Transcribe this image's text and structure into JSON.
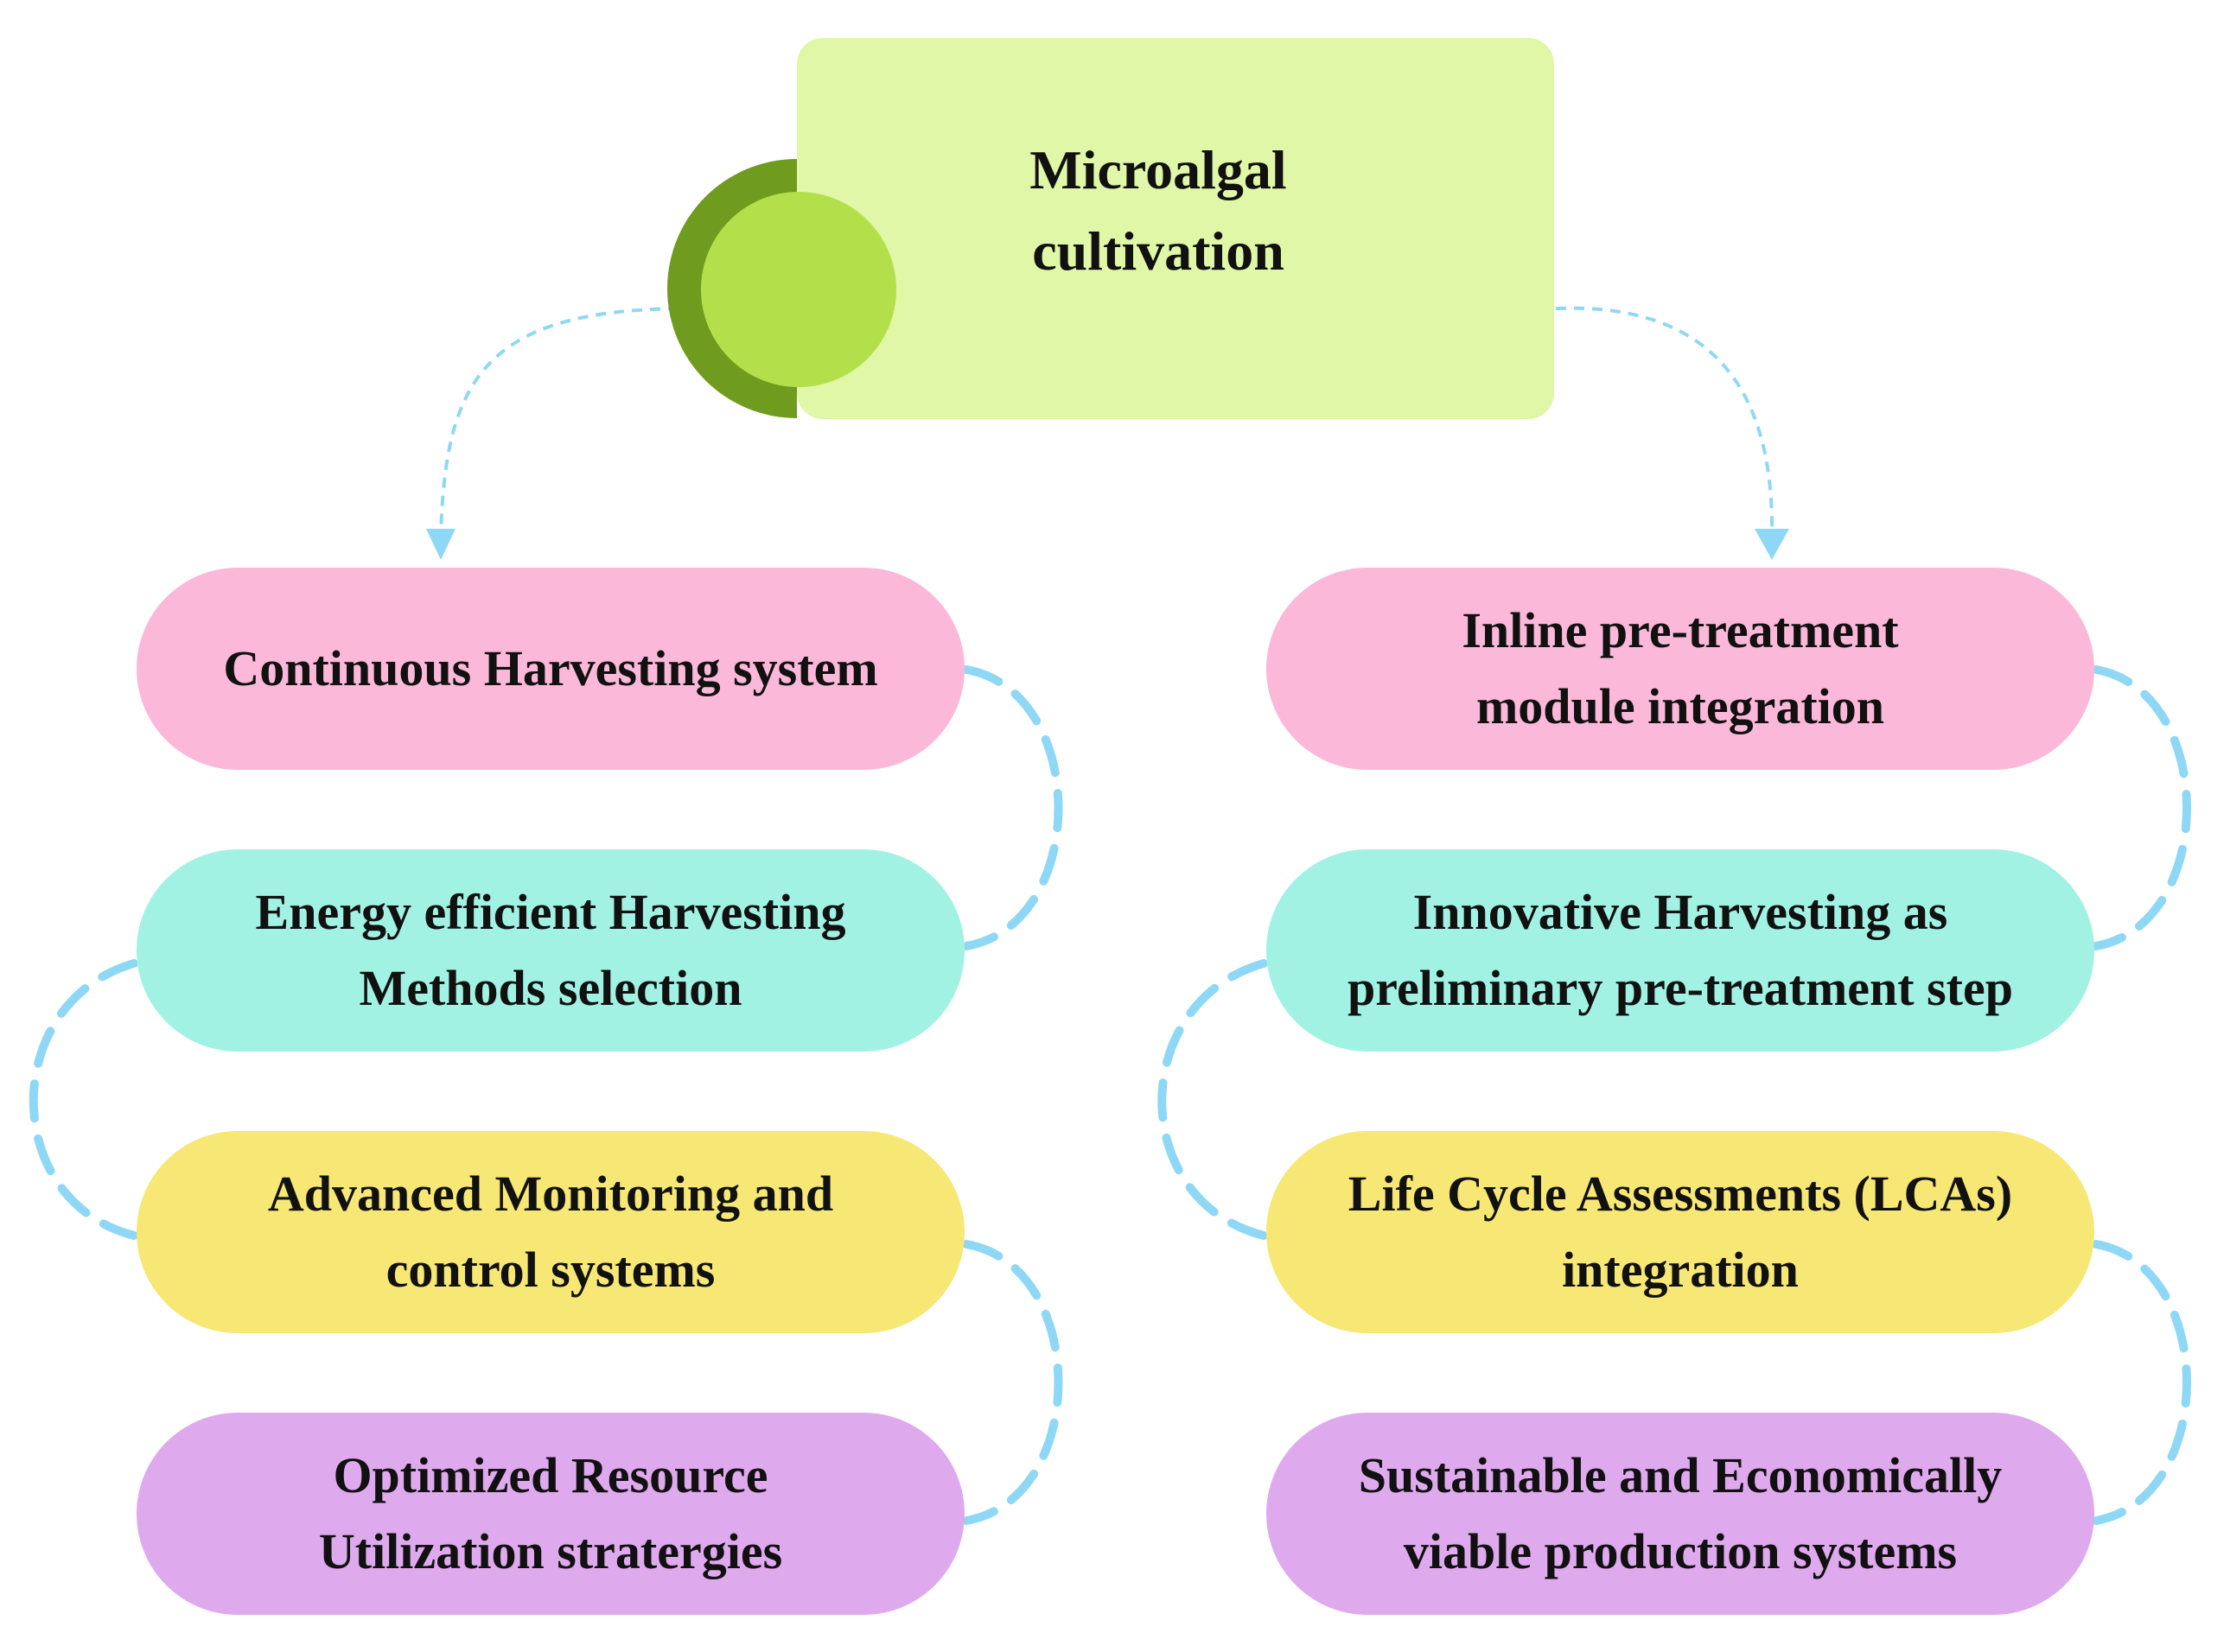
{
  "header": {
    "title": "Microalgal\ncultivation"
  },
  "left_column": {
    "items": [
      {
        "label": "Continuous Harvesting system"
      },
      {
        "label": "Energy efficient Harvesting\nMethods selection"
      },
      {
        "label": "Advanced Monitoring and\ncontrol systems"
      },
      {
        "label": "Optimized Resource\nUtilization stratergies"
      }
    ]
  },
  "right_column": {
    "items": [
      {
        "label": "Inline pre-treatment\nmodule integration"
      },
      {
        "label": "Innovative Harvesting as\npreliminary pre-treatment step"
      },
      {
        "label": "Life Cycle Assessments (LCAs)\nintegration"
      },
      {
        "label": "Sustainable and Economically\nviable production systems"
      }
    ]
  },
  "colors": {
    "title_box": "#e0f7a7",
    "circle_dark": "#6f9c1f",
    "circle_light": "#b3e04a",
    "connector": "#8fd8f5",
    "pink": "#fbb8d9",
    "teal": "#a2f2e3",
    "yellow": "#f7e775",
    "purple": "#dfa9ee"
  }
}
